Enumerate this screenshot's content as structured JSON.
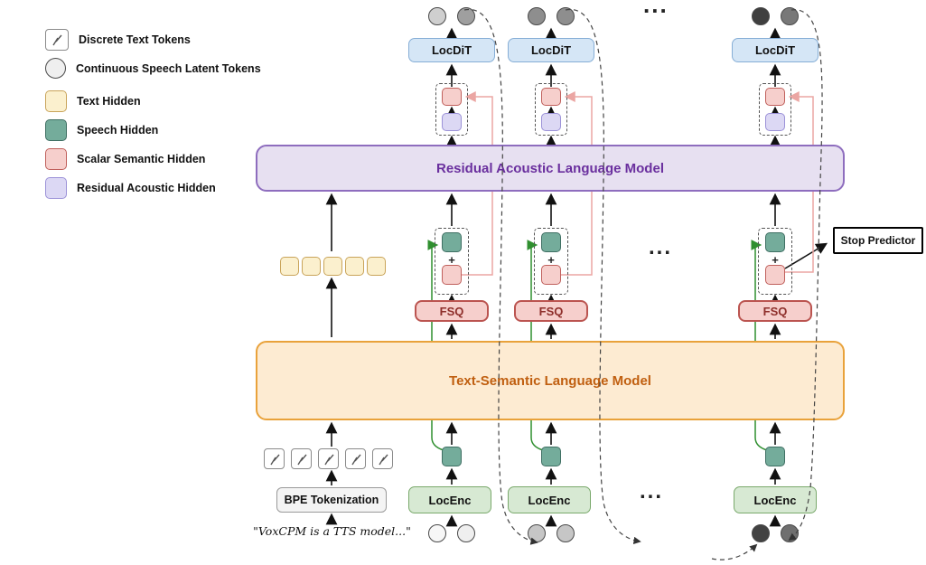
{
  "legend": {
    "items": [
      {
        "name": "discrete-text-tokens",
        "label": "Discrete Text Tokens"
      },
      {
        "name": "continuous-speech-latent-tokens",
        "label": "Continuous Speech Latent Tokens"
      },
      {
        "name": "text-hidden",
        "label": "Text Hidden",
        "color": "#FBF0CE"
      },
      {
        "name": "speech-hidden",
        "label": "Speech Hidden",
        "color": "#74AC9B"
      },
      {
        "name": "scalar-semantic-hidden",
        "label": "Scalar Semantic Hidden",
        "color": "#F6CFCC"
      },
      {
        "name": "residual-acoustic-hidden",
        "label": "Residual Acoustic Hidden",
        "color": "#DCD8F4"
      }
    ]
  },
  "blocks": {
    "residual_acoustic_lm": "Residual Acoustic Language Model",
    "text_semantic_lm": "Text-Semantic Language Model",
    "locdit": "LocDiT",
    "locenc": "LocEnc",
    "fsq": "FSQ",
    "bpe_tokenization": "BPE Tokenization",
    "stop_predictor": "Stop Predictor"
  },
  "texts": {
    "input_quote": "\"VoxCPM is a TTS model...\"",
    "ellipsis": "...",
    "plus": "+"
  },
  "colors": {
    "residual_lm_fill": "#E7E0F1",
    "residual_lm_border": "#8E6DBE",
    "residual_lm_text": "#6A2F9E",
    "text_semantic_lm_fill": "#FDEBD2",
    "text_semantic_lm_border": "#E9A23B",
    "text_semantic_lm_text": "#C05F10",
    "locdit_fill": "#D5E6F6",
    "locenc_fill": "#D7E9D3",
    "fsq_fill": "#F6CFCC",
    "fsq_border": "#BB5450",
    "green_arrow": "#2F8F2F",
    "pink_arrow": "#EBA6A3",
    "circle_shades_top": [
      [
        "#cfcfcf",
        "#9f9f9f"
      ],
      [
        "#8e8e8e",
        "#8e8e8e"
      ],
      [
        "#3f3f3f",
        "#787878"
      ]
    ],
    "circle_shades_bottom": [
      [
        "#f7f7f7",
        "#efefef"
      ],
      [
        "#c6c6c6",
        "#c6c6c6"
      ],
      [
        "#424242",
        "#6f6f6f"
      ]
    ]
  }
}
